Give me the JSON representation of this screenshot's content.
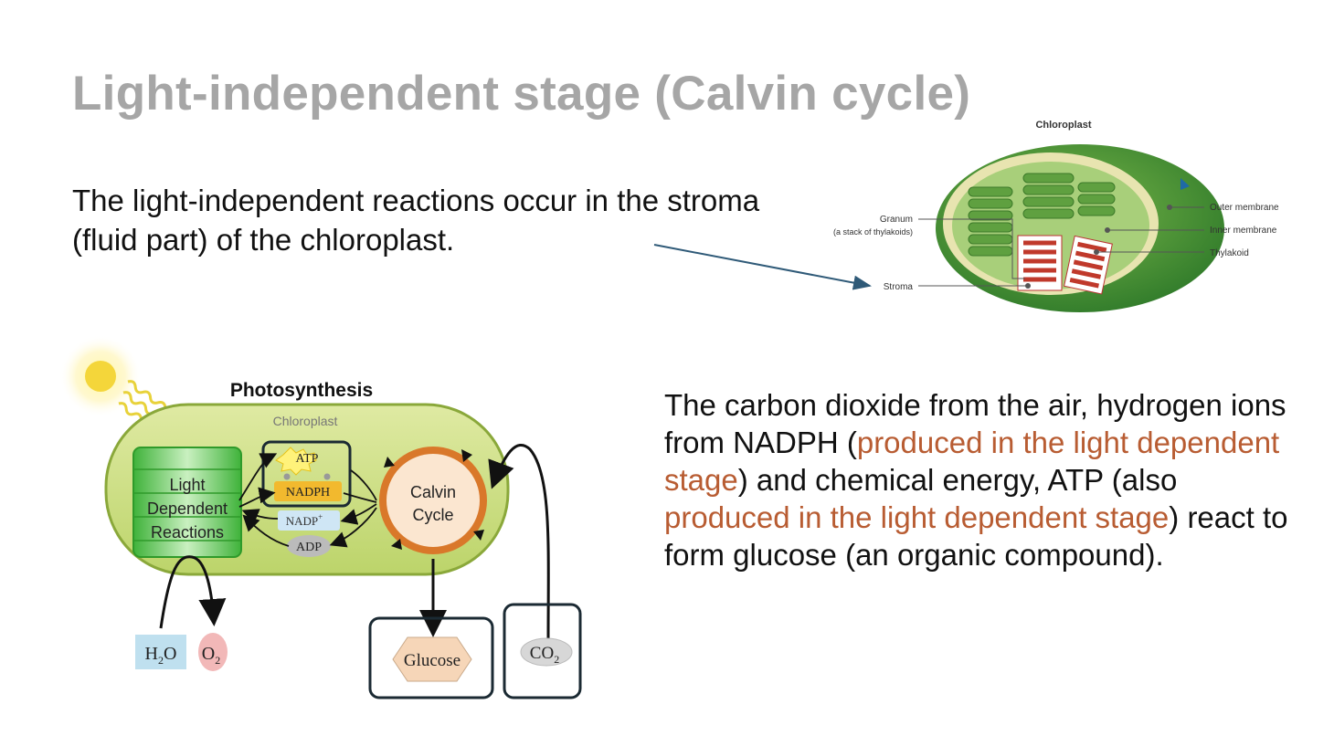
{
  "slide": {
    "title": "Light-independent stage (Calvin cycle)",
    "paragraph1": "The light-independent reactions occur in the stroma (fluid part) of the chloroplast.",
    "paragraph2": {
      "p1": "The carbon dioxide from the air, hydrogen ions from NADPH (",
      "h1": "produced in the light dependent stage",
      "p2": ") and chemical energy, ATP (also ",
      "h2": "produced in the light dependent stage",
      "p3": ") react to form glucose (an organic compound)."
    },
    "highlight_color": "#b85c32"
  },
  "chloroplast_figure": {
    "title": "Chloroplast",
    "labels": {
      "granum": "Granum",
      "granum_sub": "(a stack of thylakoids)",
      "stroma": "Stroma",
      "outer_membrane": "Outer membrane",
      "inner_membrane": "Inner membrane",
      "thylakoid": "Thylakoid"
    }
  },
  "photosynthesis_figure": {
    "title": "Photosynthesis",
    "chloroplast_label": "Chloroplast",
    "light_reactions": [
      "Light",
      "Dependent",
      "Reactions"
    ],
    "atp": "ATP",
    "nadph": "NADPH",
    "nadp": "NADP",
    "nadp_sup": "+",
    "adp": "ADP",
    "calvin": [
      "Calvin",
      "Cycle"
    ],
    "h2o": {
      "a": "H",
      "sub": "2",
      "b": "O"
    },
    "o2": {
      "a": "O",
      "sub": "2"
    },
    "glucose": "Glucose",
    "co2": {
      "a": "CO",
      "sub": "2"
    }
  }
}
